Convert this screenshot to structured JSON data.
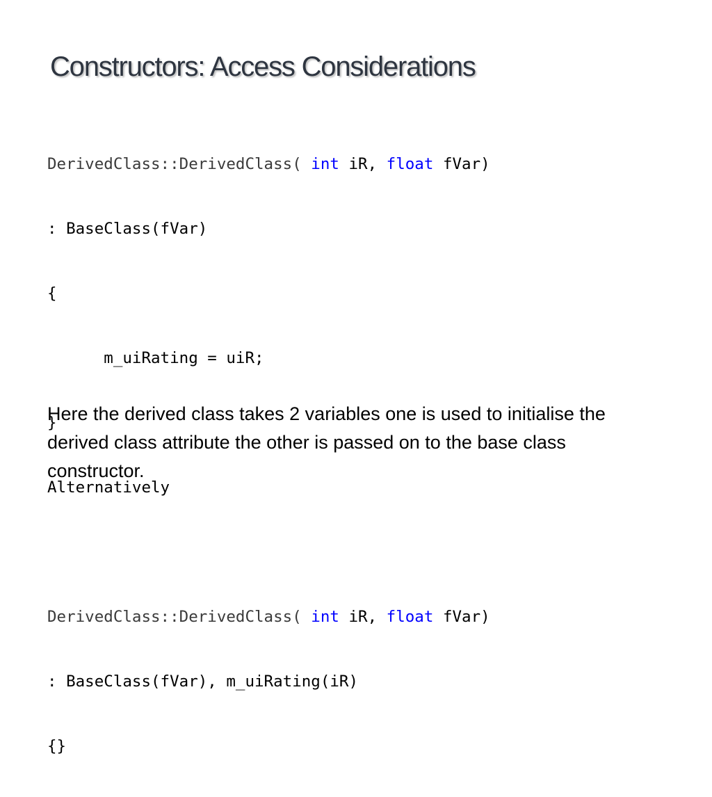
{
  "title": "Constructors: Access Considerations",
  "code": {
    "l1_fn": "DerivedClass::DerivedClass( ",
    "l1_kw1": "int",
    "l1_mid": " iR, ",
    "l1_kw2": "float",
    "l1_end": " fVar)",
    "l2": ": BaseClass(fVar)",
    "l3": "{",
    "l4": "      m_uiRating = uiR;",
    "l5": "}",
    "l6": "Alternatively",
    "l8_fn": "DerivedClass::DerivedClass( ",
    "l8_kw1": "int",
    "l8_mid": " iR, ",
    "l8_kw2": "float",
    "l8_end": " fVar)",
    "l9": ": BaseClass(fVar), m_uiRating(iR)",
    "l10": "{}"
  },
  "body_text": "Here the derived class takes 2 variables one is used to initialise the derived class attribute the other is passed on to the base class constructor.",
  "colors": {
    "keyword": "#0000ff",
    "title": "#2e3540",
    "text": "#000000"
  }
}
